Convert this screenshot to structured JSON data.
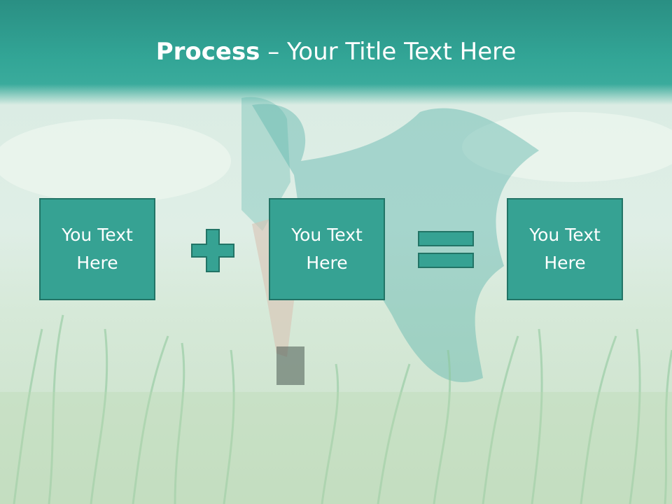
{
  "slide": {
    "title_bold": "Process",
    "title_rest": " – Your Title Text Here",
    "boxes": [
      {
        "text": "You Text Here"
      },
      {
        "text": "You Text Here"
      },
      {
        "text": "You Text Here"
      }
    ],
    "operators": [
      "plus-icon",
      "equals-icon"
    ],
    "colors": {
      "header": "#2e9d8f",
      "box_fill": "#36a293",
      "box_border": "#227466",
      "text": "#ffffff"
    }
  }
}
